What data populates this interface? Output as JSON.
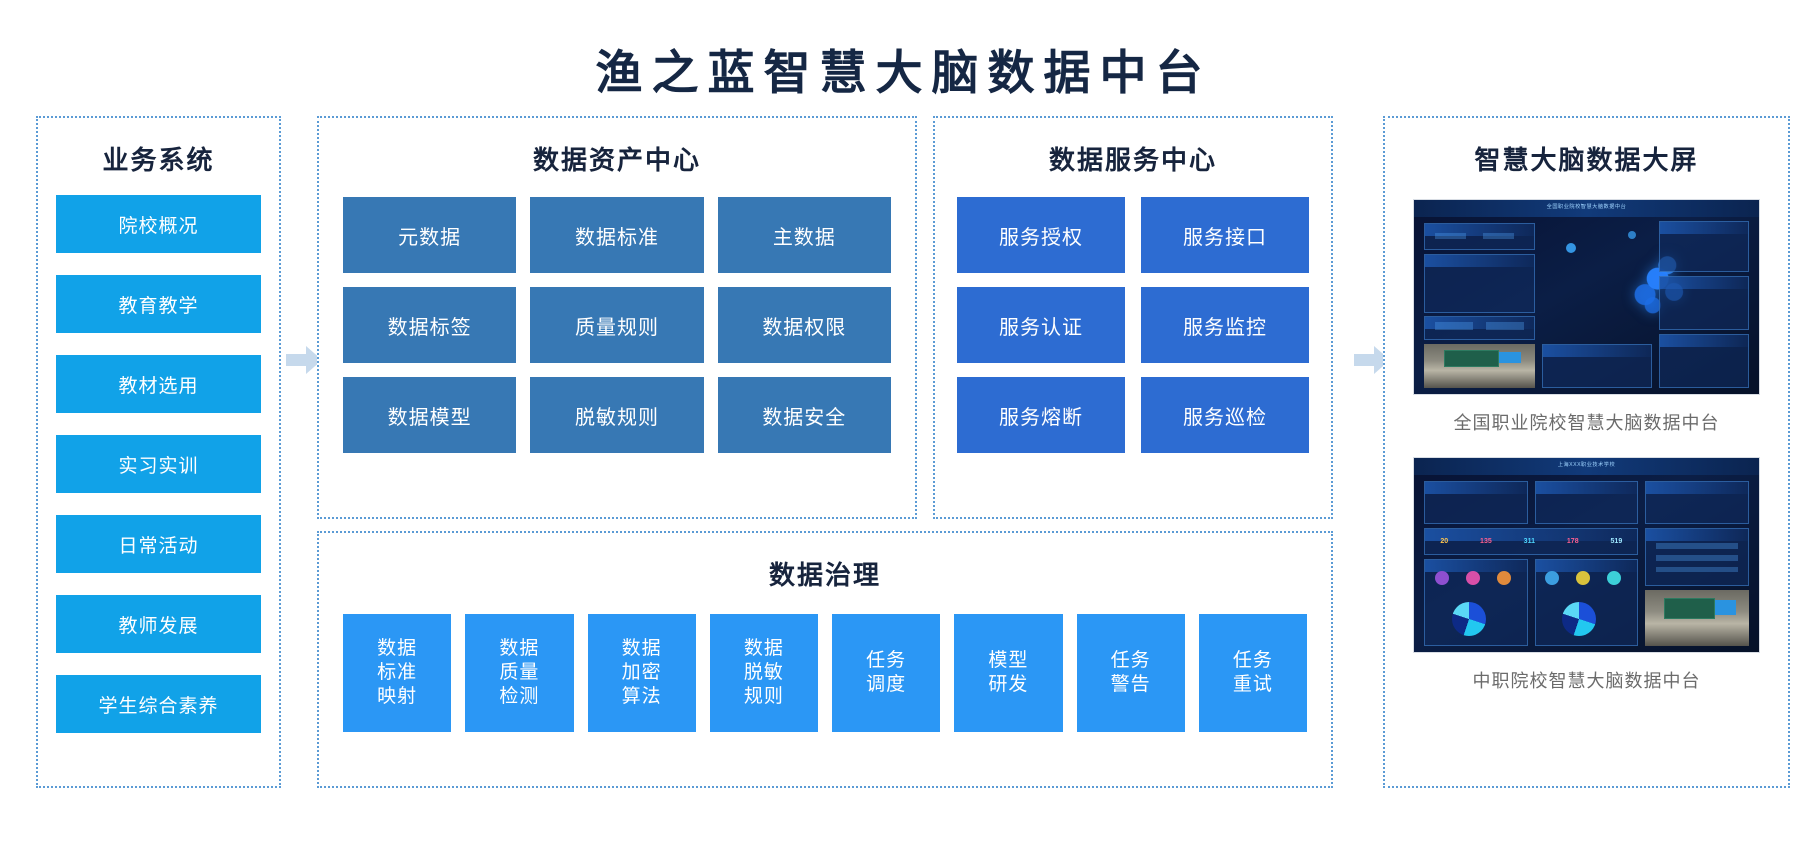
{
  "title": "渔之蓝智慧大脑数据中台",
  "sidebar": {
    "heading": "业务系统",
    "items": [
      {
        "label": "院校概况"
      },
      {
        "label": "教育教学"
      },
      {
        "label": "教材选用"
      },
      {
        "label": "实习实训"
      },
      {
        "label": "日常活动"
      },
      {
        "label": "教师发展"
      },
      {
        "label": "学生综合素养"
      }
    ]
  },
  "asset_center": {
    "heading": "数据资产中心",
    "tiles": [
      {
        "label": "元数据"
      },
      {
        "label": "数据标准"
      },
      {
        "label": "主数据"
      },
      {
        "label": "数据标签"
      },
      {
        "label": "质量规则"
      },
      {
        "label": "数据权限"
      },
      {
        "label": "数据模型"
      },
      {
        "label": "脱敏规则"
      },
      {
        "label": "数据安全"
      }
    ]
  },
  "service_center": {
    "heading": "数据服务中心",
    "tiles": [
      {
        "label": "服务授权"
      },
      {
        "label": "服务接口"
      },
      {
        "label": "服务认证"
      },
      {
        "label": "服务监控"
      },
      {
        "label": "服务熔断"
      },
      {
        "label": "服务巡检"
      }
    ]
  },
  "governance": {
    "heading": "数据治理",
    "tiles": [
      {
        "line1": "数据",
        "line2": "标准",
        "line3": "映射"
      },
      {
        "line1": "数据",
        "line2": "质量",
        "line3": "检测"
      },
      {
        "line1": "数据",
        "line2": "加密",
        "line3": "算法"
      },
      {
        "line1": "数据",
        "line2": "脱敏",
        "line3": "规则"
      },
      {
        "line1": "任务",
        "line2": "调度",
        "line3": ""
      },
      {
        "line1": "模型",
        "line2": "研发",
        "line3": ""
      },
      {
        "line1": "任务",
        "line2": "警告",
        "line3": ""
      },
      {
        "line1": "任务",
        "line2": "重试",
        "line3": ""
      }
    ]
  },
  "screen_panel": {
    "heading": "智慧大脑数据大屏",
    "screens": [
      {
        "caption": "全国职业院校智慧大脑数据中台",
        "board_title": "全国职业院校智慧大脑数据中台"
      },
      {
        "caption": "中职院校智慧大脑数据中台",
        "board_title": "上海XXX职业技术学校"
      }
    ],
    "board2_numbers": [
      "20",
      "135",
      "311",
      "178",
      "519"
    ]
  },
  "colors": {
    "title": "#152744",
    "panel_border": "#5b9bd5",
    "sidebar_tile": "#11A2E8",
    "asset_tile": "#3778B4",
    "service_tile": "#2D6CD2",
    "governance_tile": "#2B97F5",
    "arrow": "#c6d9ec",
    "caption": "#6b6b6b"
  },
  "icons": {
    "arrow_right": "arrow-right-icon"
  }
}
